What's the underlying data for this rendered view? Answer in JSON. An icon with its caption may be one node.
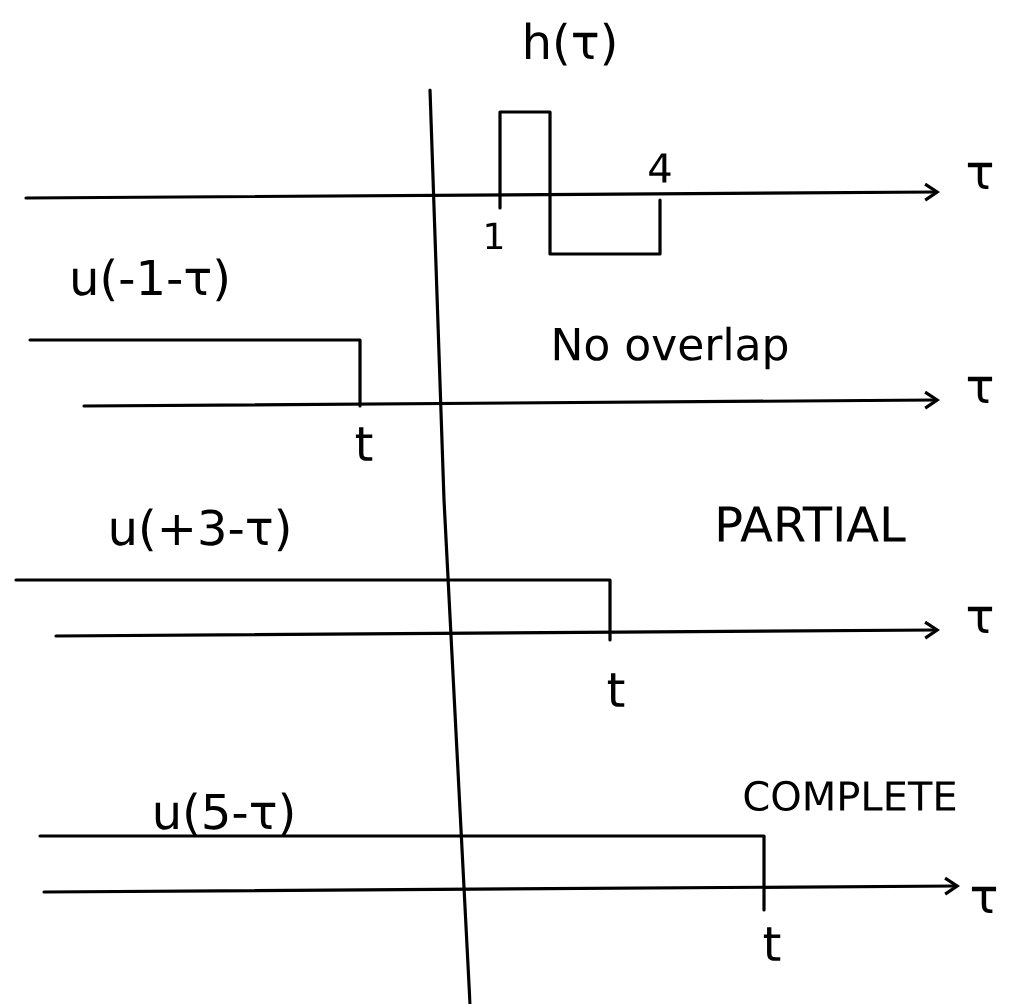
{
  "diagram": {
    "labels": [
      "h(τ)",
      "4",
      "τ",
      "1",
      "u(-1-τ)",
      "No overlap",
      "τ",
      "t",
      "u(+3-τ)",
      "PARTIAL",
      "τ",
      "t",
      "u(5-τ)",
      "COMPLETE",
      "τ",
      "t"
    ]
  }
}
